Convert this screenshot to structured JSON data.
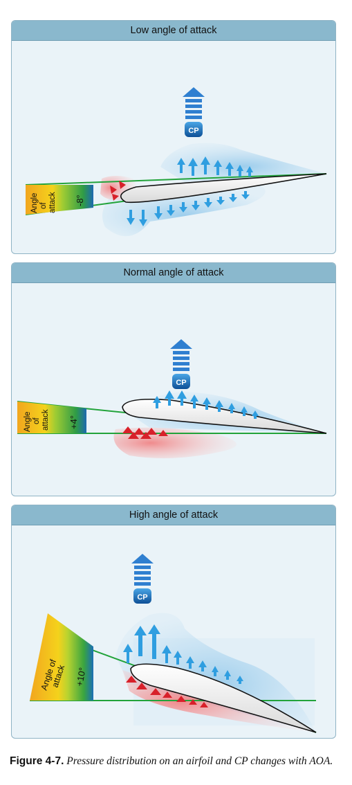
{
  "panels": [
    {
      "title": "Low angle of attack",
      "angle_label": "-8°",
      "sector_label": [
        "Angle",
        "of",
        "attack"
      ],
      "cp_label": "CP"
    },
    {
      "title": "Normal angle of attack",
      "angle_label": "+4°",
      "sector_label": [
        "Angle",
        "of",
        "attack"
      ],
      "cp_label": "CP"
    },
    {
      "title": "High angle of attack",
      "angle_label": "+10°",
      "sector_label": [
        "Angle",
        "of",
        "attack"
      ],
      "cp_label": "CP"
    }
  ],
  "caption": {
    "figure": "Figure 4-7.",
    "text": "Pressure distribution on an airfoil and CP changes with AOA."
  },
  "colors": {
    "suction": "#2f9ee0",
    "pressure": "#d8202a",
    "chord_line": "#22a33a",
    "header": "#8ab8cd"
  }
}
